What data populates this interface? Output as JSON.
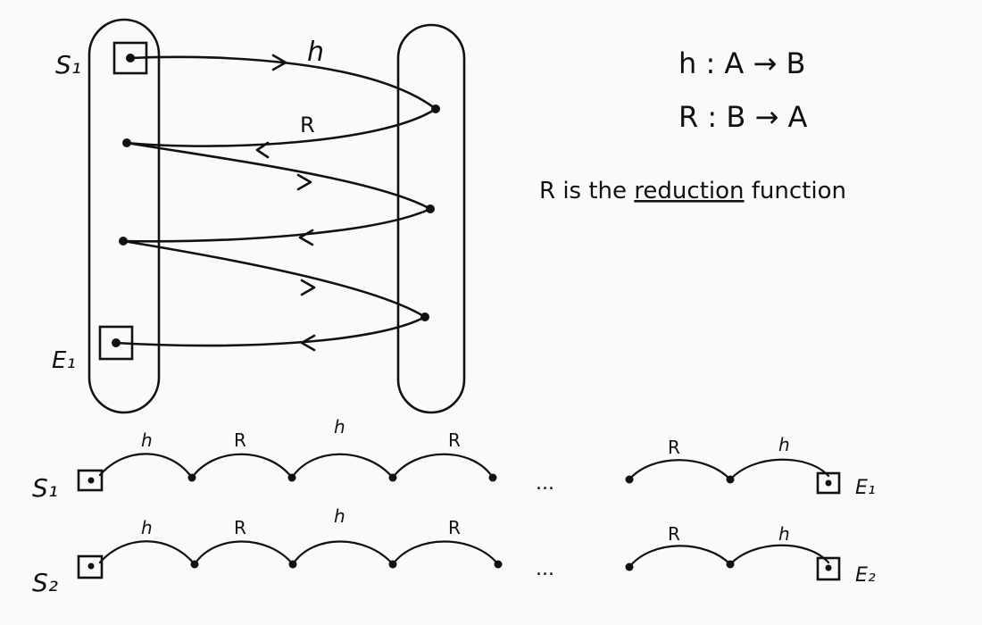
{
  "mapping": {
    "start_label": "S₁",
    "end_label": "E₁",
    "h_label": "h",
    "r_label": "R"
  },
  "legend": {
    "line1": "h : A → B",
    "line2": "R : B → A",
    "line3_pre": "R  is the ",
    "line3_red": "reduction",
    "line3_post": " function"
  },
  "chains": [
    {
      "start": "S₁",
      "end": "E₁",
      "ellipsis": "...",
      "arc_labels": [
        "h",
        "R",
        "h",
        "R"
      ],
      "tail_labels": [
        "R",
        "h"
      ]
    },
    {
      "start": "S₂",
      "end": "E₂",
      "ellipsis": "...",
      "arc_labels": [
        "h",
        "R",
        "h",
        "R"
      ],
      "tail_labels": [
        "R",
        "h"
      ]
    }
  ]
}
